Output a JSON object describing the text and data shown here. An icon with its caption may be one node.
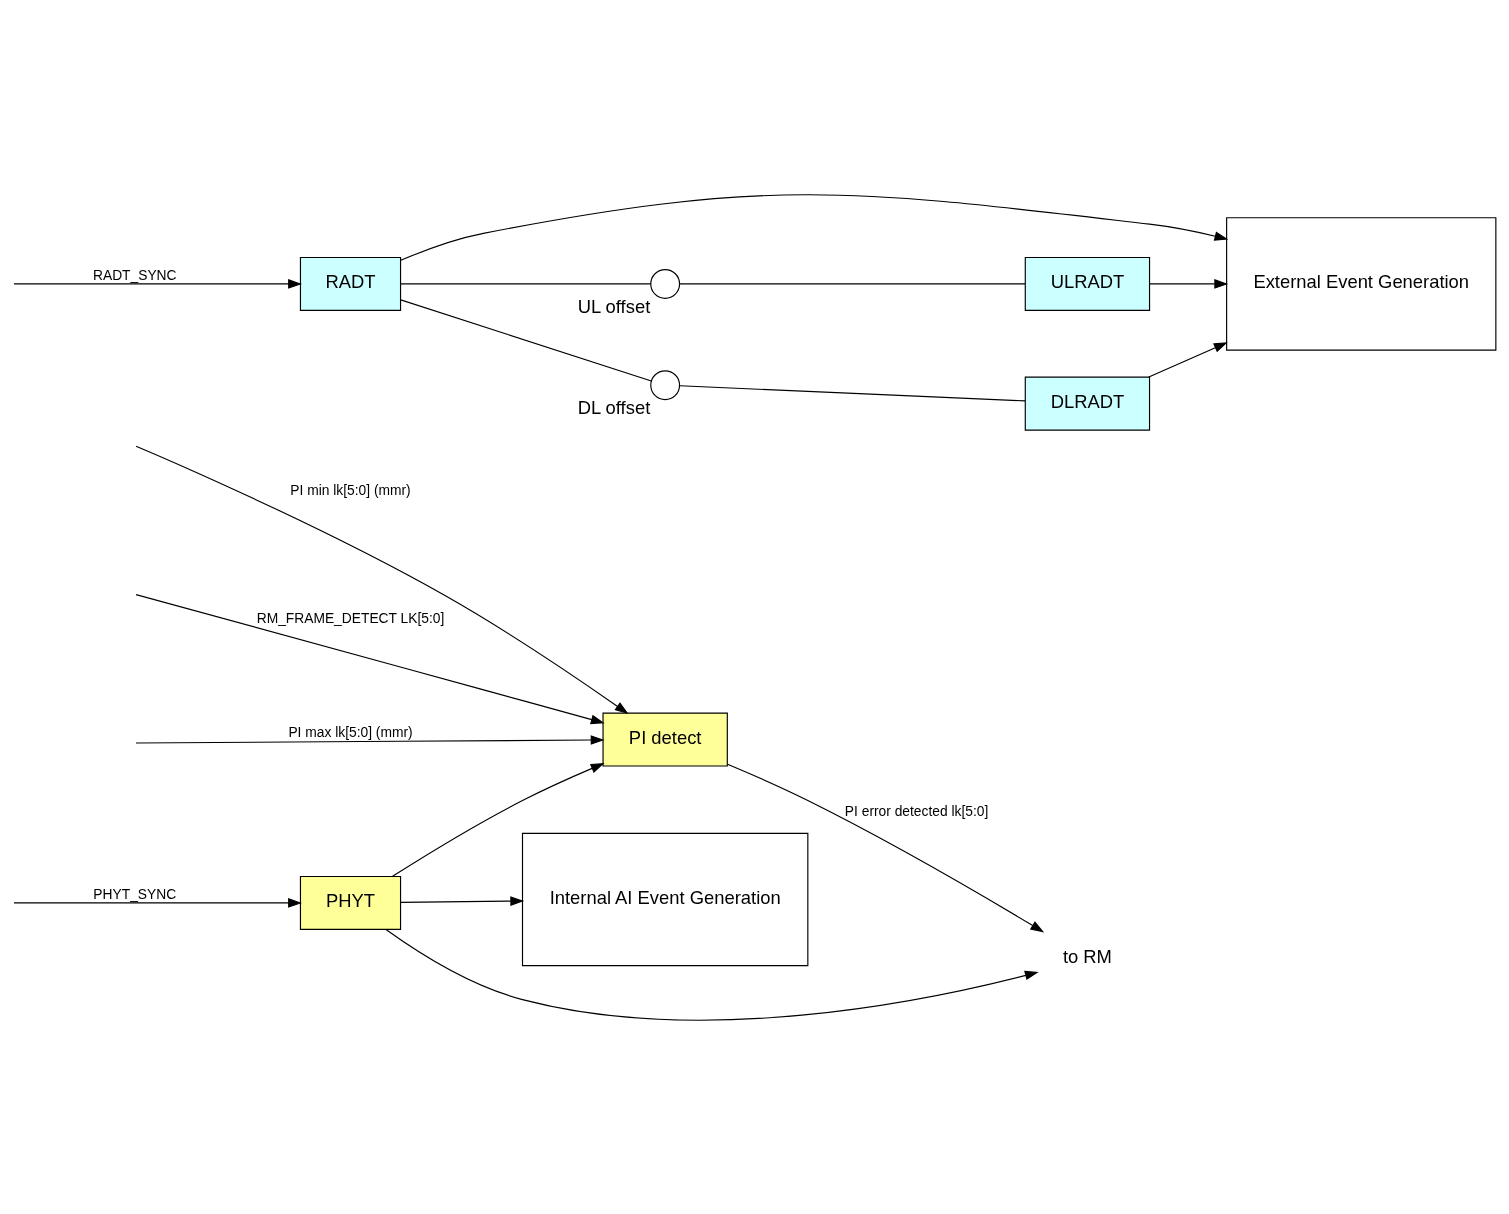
{
  "diagram": {
    "nodes": [
      {
        "text": [
          "PHYT"
        ]
      },
      {
        "text": [
          "Internal AI Event Generation"
        ]
      },
      {
        "text": [
          "PI detect"
        ]
      },
      {
        "text": [
          "to RM"
        ]
      },
      {
        "text": [
          "RADT"
        ]
      },
      {
        "text": [
          "External Event Generation"
        ]
      },
      {
        "text": [],
        "shape": "circle",
        "beside": [
          "UL offset"
        ]
      },
      {
        "text": [
          "ULRADT"
        ]
      },
      {
        "text": [],
        "shape": "circle",
        "beside": [
          "DL offset"
        ]
      },
      {
        "text": [
          "DLRADT"
        ]
      }
    ],
    "edges": [
      {
        "from": null,
        "to": 0,
        "arrow": "to",
        "label": "PHYT_SYNC"
      },
      {
        "from": 0,
        "to": 1,
        "arrow": "to"
      },
      {
        "from": 0,
        "to": 2,
        "arrow": "to"
      },
      {
        "from": 0,
        "to": 3,
        "arrow": "to"
      },
      {
        "from": null,
        "to": 2,
        "arrow": "to",
        "label": "PI min lk[5:0] (mmr)"
      },
      {
        "from": null,
        "to": 2,
        "arrow": "to",
        "label": "RM_FRAME_DETECT LK[5:0]"
      },
      {
        "from": null,
        "to": 2,
        "arrow": "to",
        "label": "PI max lk[5:0] (mmr)"
      },
      {
        "from": 2,
        "to": 3,
        "arrow": "to",
        "label": "PI error detected lk[5:0]"
      },
      {
        "from": null,
        "to": 4,
        "arrow": "to",
        "label": "RADT_SYNC"
      },
      {
        "from": 4,
        "to": 5,
        "arrow": "to"
      },
      {
        "from": 4,
        "to": 6,
        "arrow": "none"
      },
      {
        "from": 6,
        "to": 7,
        "arrow": "none"
      },
      {
        "from": 4,
        "to": 8,
        "arrow": "none"
      },
      {
        "from": 8,
        "to": 9,
        "arrow": "none"
      },
      {
        "from": 7,
        "to": 5,
        "arrow": "to"
      },
      {
        "from": 9,
        "to": 5,
        "arrow": "to"
      }
    ]
  }
}
